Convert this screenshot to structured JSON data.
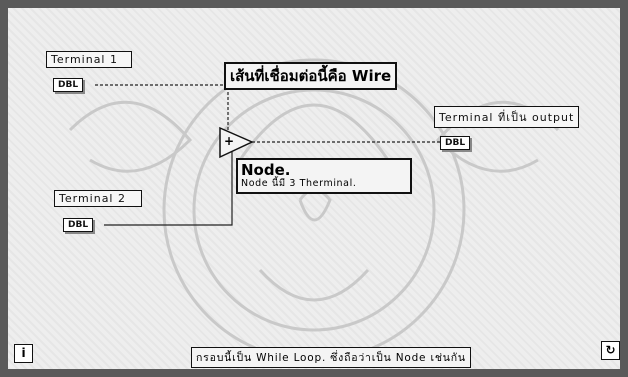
{
  "terminal1": {
    "label": "Terminal 1",
    "type": "DBL"
  },
  "terminal2": {
    "label": "Terminal 2",
    "type": "DBL"
  },
  "terminal_out": {
    "label": "Terminal ที่เป็น output",
    "type": "DBL"
  },
  "wire_label": "เส้นที่เชื่อมต่อนี้คือ Wire",
  "node": {
    "title": "Node.",
    "subtitle": "Node นี้มี 3 Therminal.",
    "symbol": "+"
  },
  "loop_label": "กรอบนี้เป็น While Loop. ซึ่งถือว่าเป็น Node เช่นกัน",
  "info_symbol": "i",
  "loop_condition_symbol": "↻"
}
